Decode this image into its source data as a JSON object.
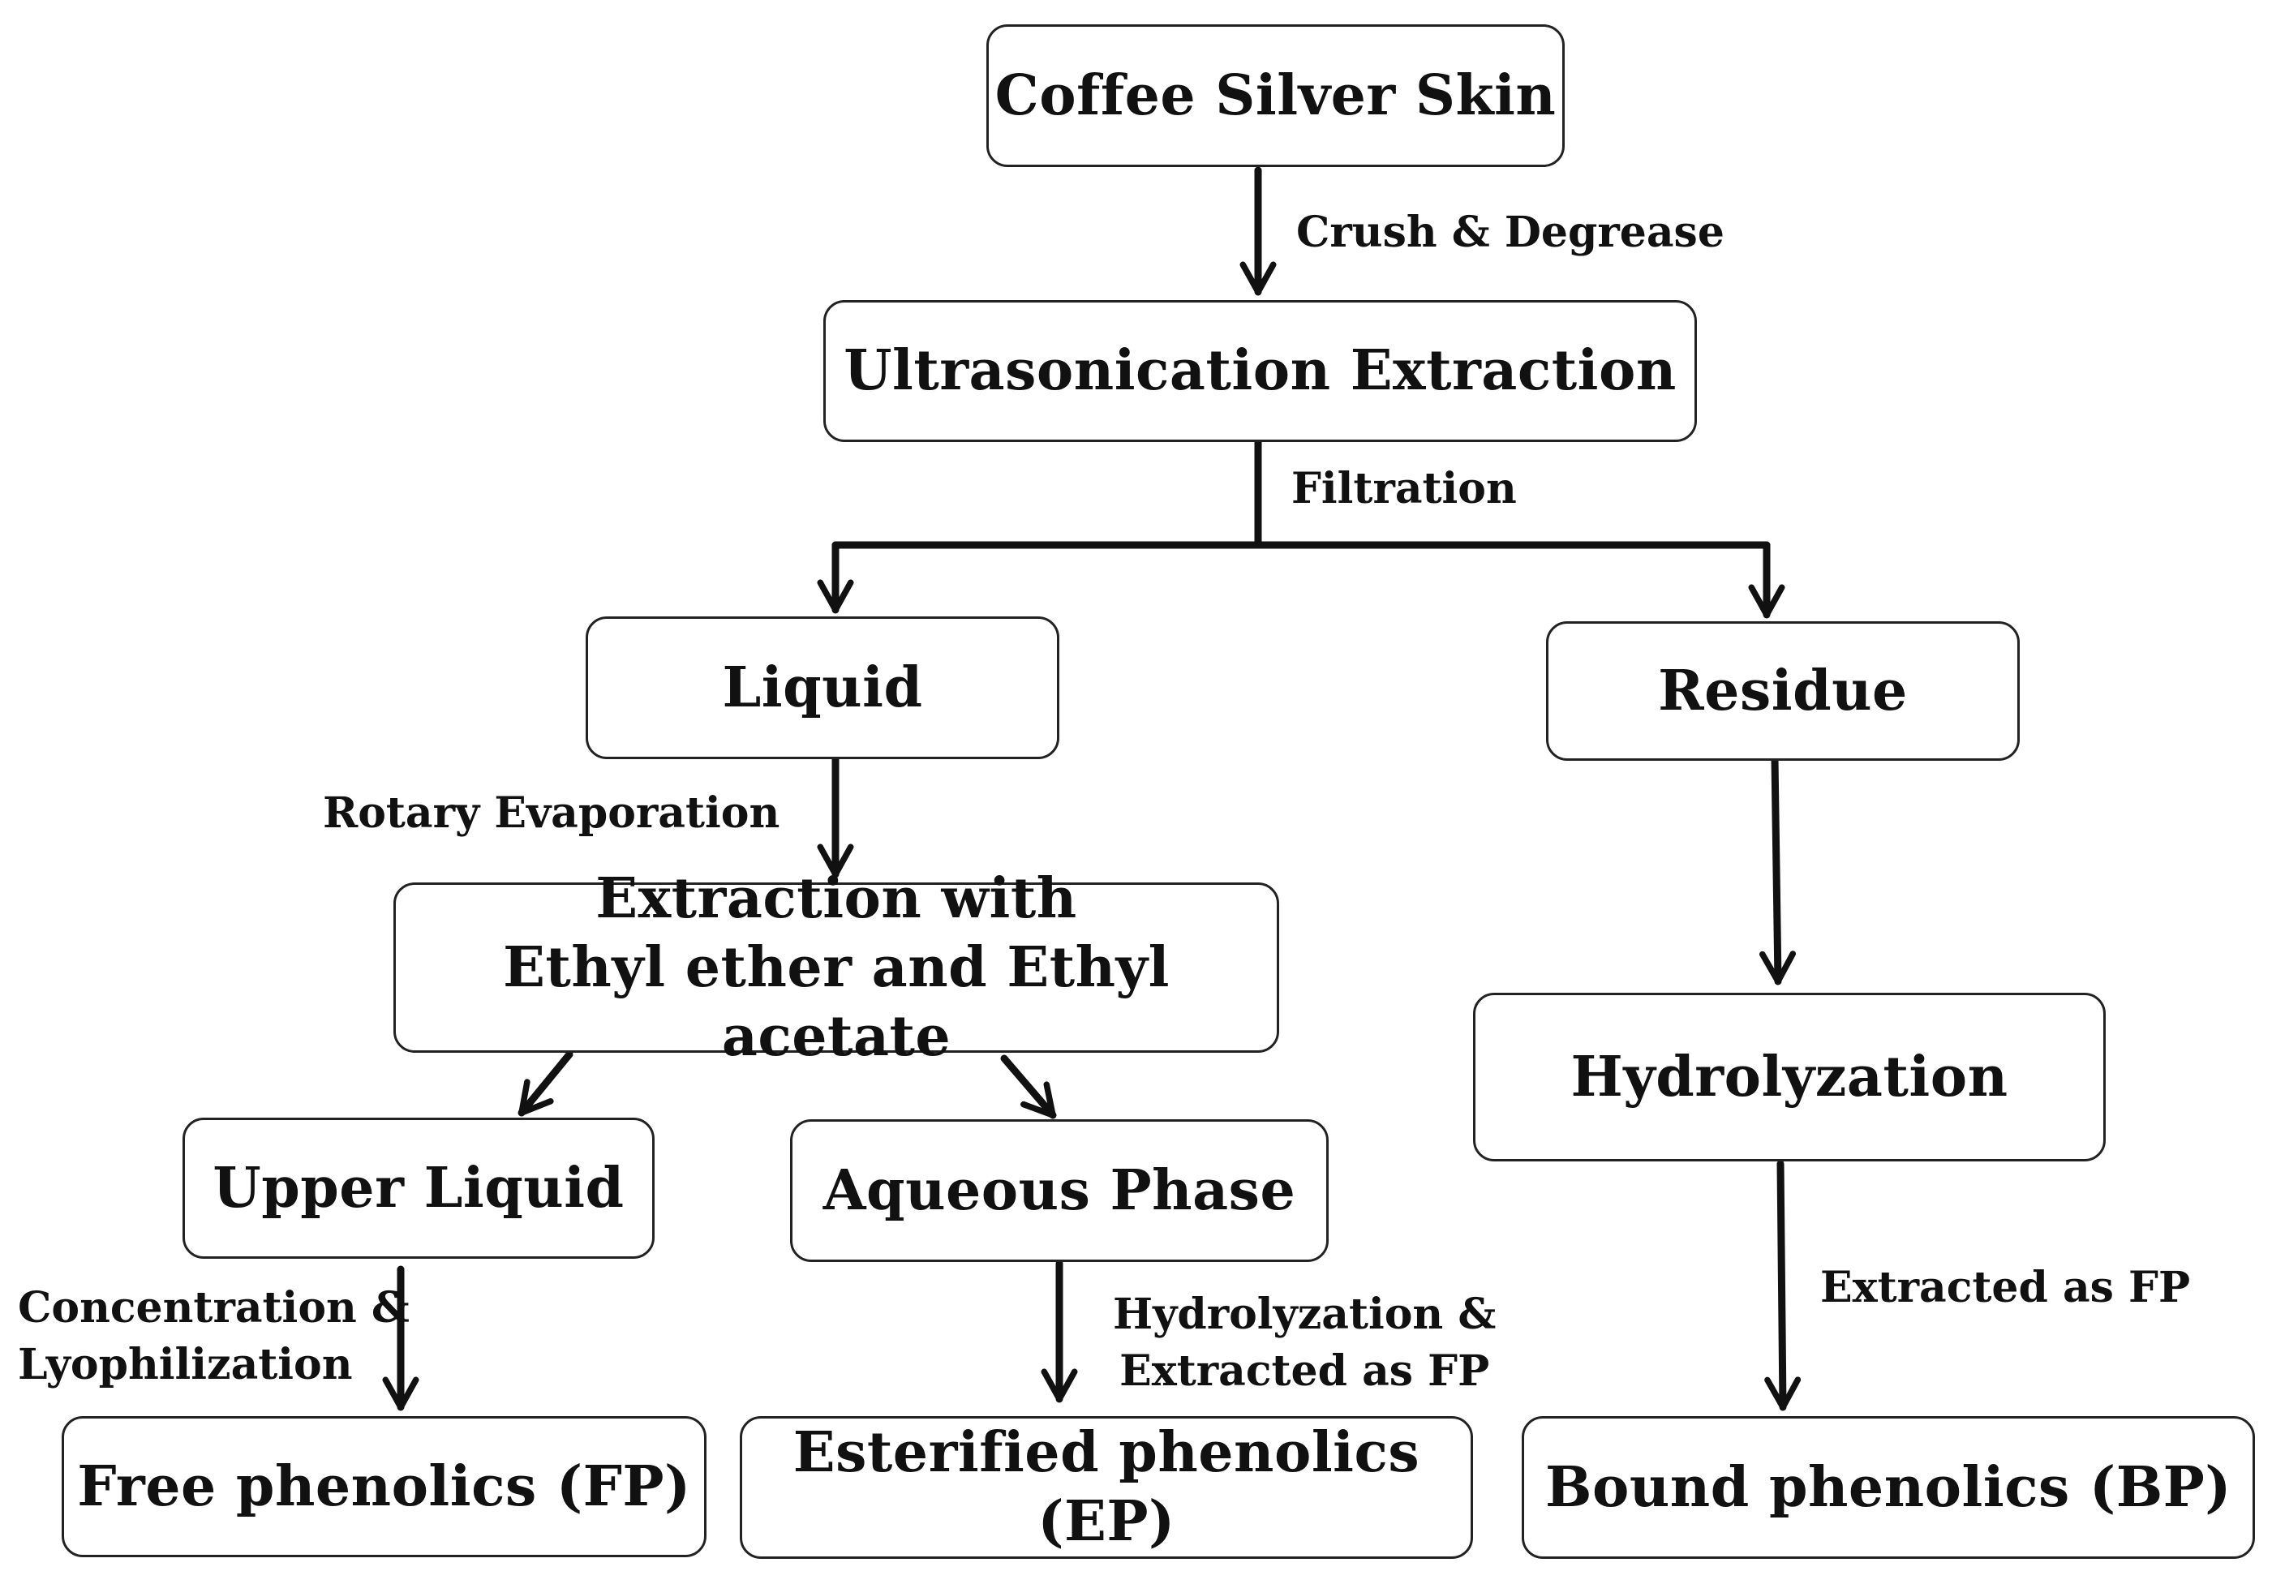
{
  "nodes": {
    "coffee_silver_skin": "Coffee Silver Skin",
    "ultrasonication_extraction": "Ultrasonication Extraction",
    "liquid": "Liquid",
    "residue": "Residue",
    "extraction_with_solvents": "Extraction with\nEthyl ether and Ethyl acetate",
    "hydrolyzation": "Hydrolyzation",
    "upper_liquid": "Upper Liquid",
    "aqueous_phase": "Aqueous Phase",
    "free_phenolics": "Free phenolics (FP)",
    "esterified_phenolics": "Esterified phenolics (EP)",
    "bound_phenolics": "Bound phenolics (BP)"
  },
  "steps": {
    "crush_degrease": "Crush & Degrease",
    "filtration": "Filtration",
    "rotary_evaporation": "Rotary Evaporation",
    "concentration_lyophilization": "Concentration &\nLyophilization",
    "hydrolyzation_extracted_fp": "Hydrolyzation &\nExtracted as FP",
    "extracted_as_fp": "Extracted as FP"
  },
  "colors": {
    "line": "#111111",
    "box_border": "#222222",
    "background": "#ffffff"
  }
}
